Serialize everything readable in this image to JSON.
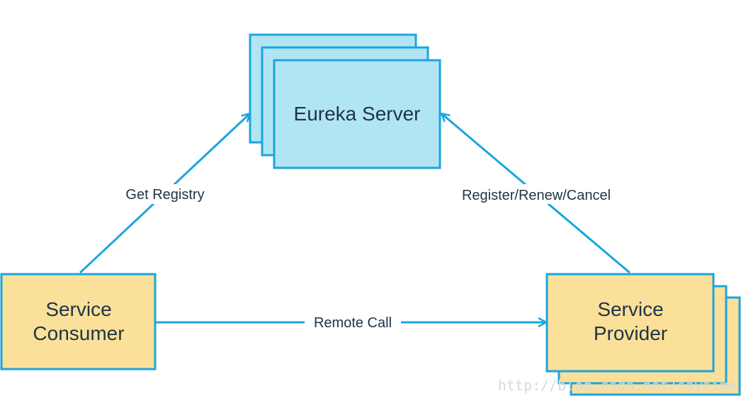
{
  "colors": {
    "server_fill": "#b2e5f4",
    "server_stroke": "#1aa6dc",
    "client_fill": "#fbe09a",
    "client_stroke": "#1aa6dc",
    "edge": "#1aa6dc",
    "text": "#1f3446",
    "watermark": "#d9d9d9"
  },
  "nodes": {
    "eureka_server": {
      "label": "Eureka Server",
      "stacked": true
    },
    "service_consumer": {
      "label_line1": "Service",
      "label_line2": "Consumer",
      "stacked": false
    },
    "service_provider": {
      "label_line1": "Service",
      "label_line2": "Provider",
      "stacked": true
    }
  },
  "edges": {
    "get_registry": {
      "label": "Get Registry",
      "from": "service_consumer",
      "to": "eureka_server"
    },
    "register_renew_cancel": {
      "label": "Register/Renew/Cancel",
      "from": "service_provider",
      "to": "eureka_server"
    },
    "remote_call": {
      "label": "Remote Call",
      "from": "service_consumer",
      "to": "service_provider"
    }
  },
  "watermark": {
    "text": "http://blog.csdn.net/saytime"
  }
}
